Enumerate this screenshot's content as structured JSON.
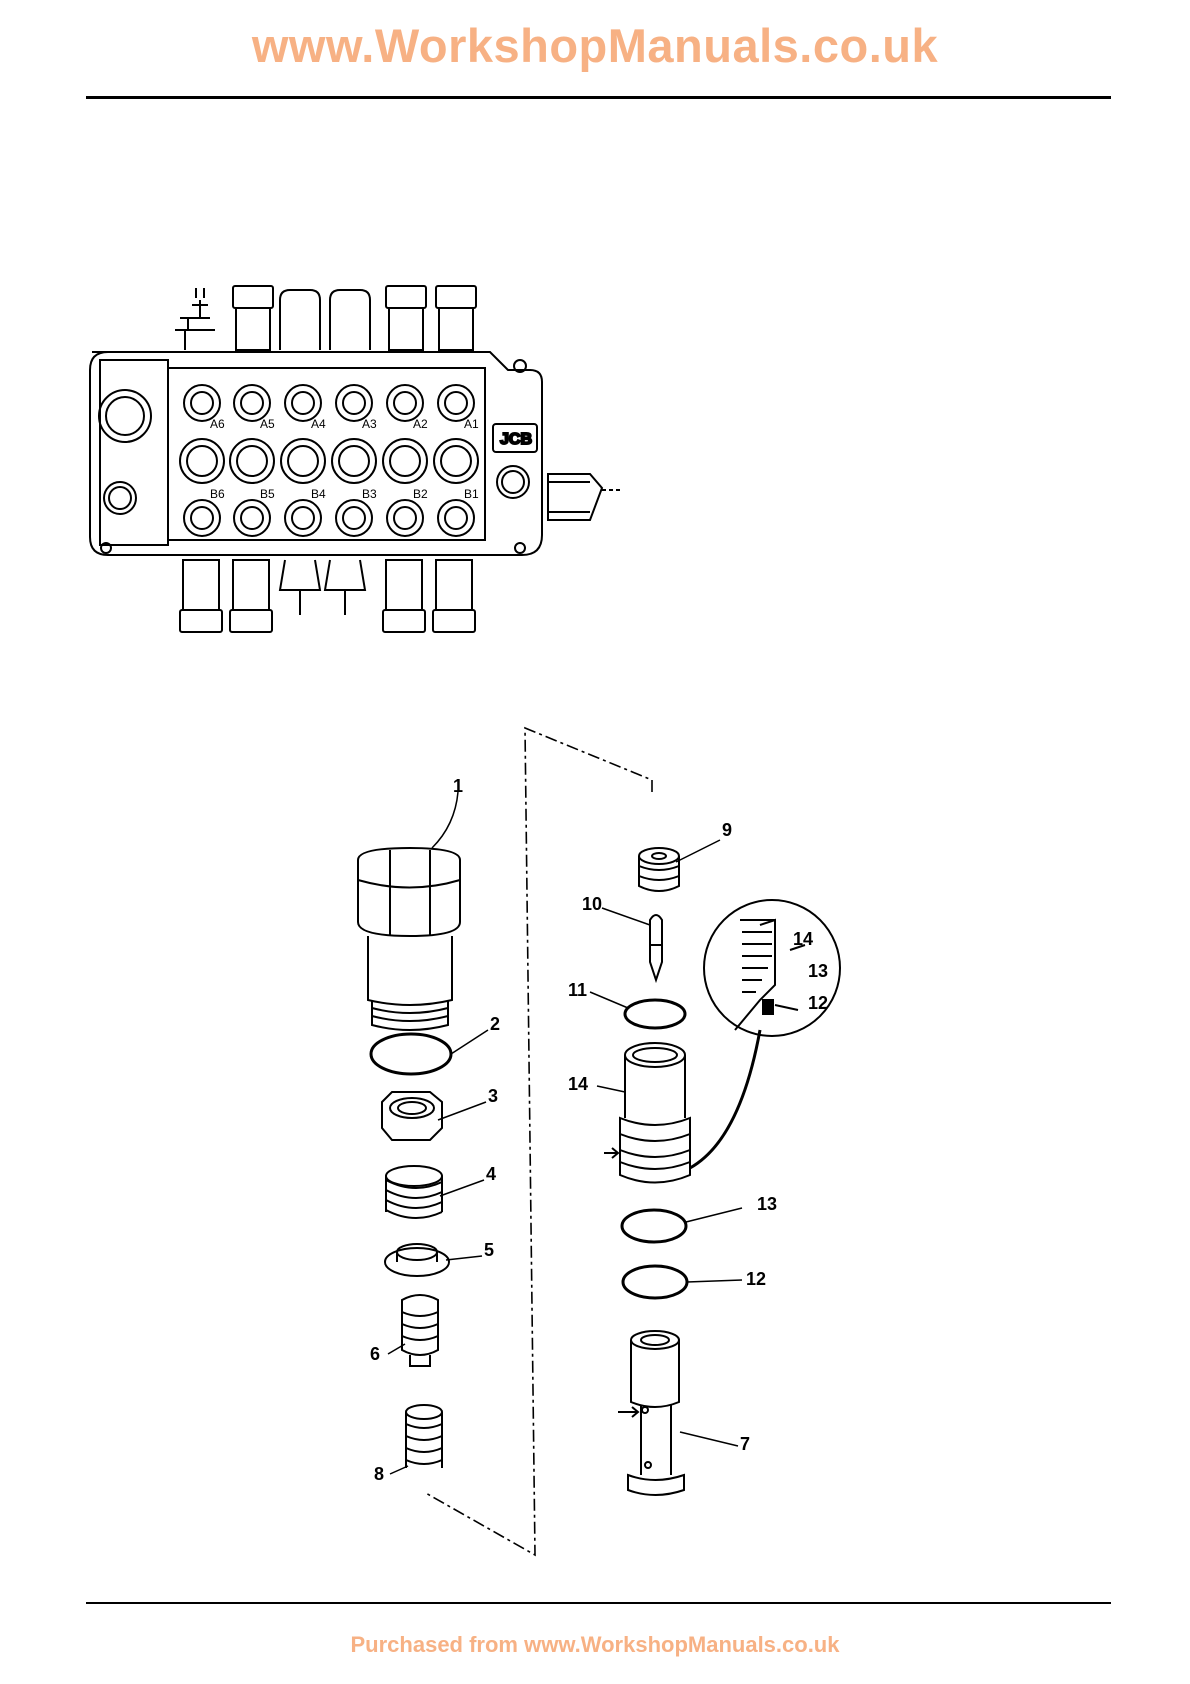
{
  "header": {
    "url_text": "www.WorkshopManuals.co.uk",
    "accent": "#f7b184"
  },
  "valve_block": {
    "brand": "JCB",
    "ports_a": [
      "A6",
      "A5",
      "A4",
      "A3",
      "A2",
      "A1"
    ],
    "ports_b": [
      "B6",
      "B5",
      "B4",
      "B3",
      "B2",
      "B1"
    ]
  },
  "exploded_view": {
    "labels": [
      "1",
      "2",
      "3",
      "4",
      "5",
      "6",
      "8",
      "9",
      "10",
      "11",
      "14",
      "13",
      "12",
      "13",
      "12",
      "7",
      "14"
    ]
  },
  "footer": {
    "purchase_text": "Purchased from www.WorkshopManuals.co.uk"
  }
}
